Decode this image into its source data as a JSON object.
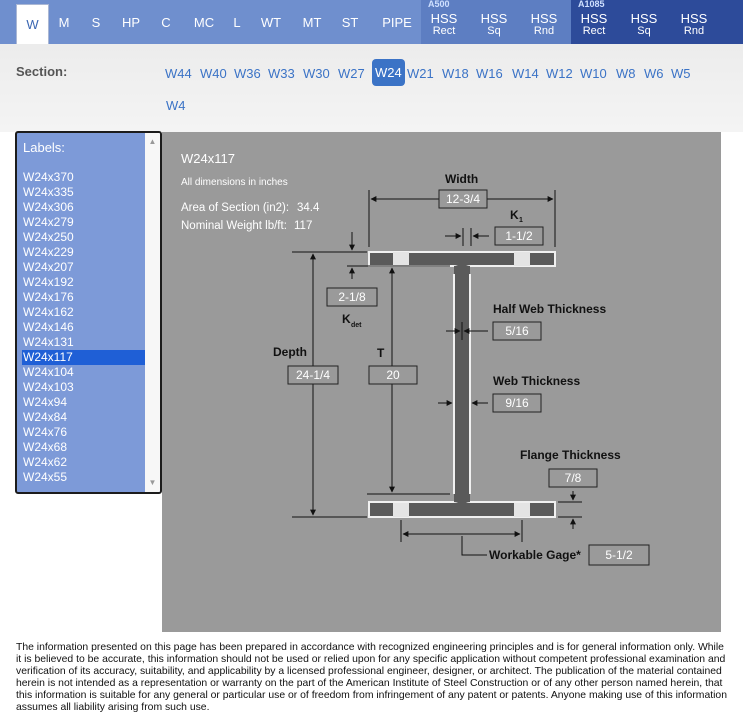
{
  "tabs": {
    "shapes": [
      {
        "label": "W",
        "active": true
      },
      {
        "label": "M"
      },
      {
        "label": "S"
      },
      {
        "label": "HP"
      },
      {
        "label": "C"
      },
      {
        "label": "MC"
      },
      {
        "label": "L"
      },
      {
        "label": "WT"
      },
      {
        "label": "MT"
      },
      {
        "label": "ST"
      },
      {
        "label": "PIPE"
      }
    ],
    "a500": {
      "group_label": "A500",
      "items": [
        {
          "l1": "HSS",
          "l2": "Rect"
        },
        {
          "l1": "HSS",
          "l2": "Sq"
        },
        {
          "l1": "HSS",
          "l2": "Rnd"
        }
      ]
    },
    "a1085": {
      "group_label": "A1085",
      "items": [
        {
          "l1": "HSS",
          "l2": "Rect"
        },
        {
          "l1": "HSS",
          "l2": "Sq"
        },
        {
          "l1": "HSS",
          "l2": "Rnd"
        }
      ]
    }
  },
  "section": {
    "label": "Section:",
    "items": [
      "W44",
      "W40",
      "W36",
      "W33",
      "W30",
      "W27",
      "W24",
      "W21",
      "W18",
      "W16",
      "W14",
      "W12",
      "W10",
      "W8",
      "W6",
      "W5",
      "W4"
    ],
    "active": "W24"
  },
  "list": {
    "label": "Labels:",
    "items": [
      "W24x370",
      "W24x335",
      "W24x306",
      "W24x279",
      "W24x250",
      "W24x229",
      "W24x207",
      "W24x192",
      "W24x176",
      "W24x162",
      "W24x146",
      "W24x131",
      "W24x117",
      "W24x104",
      "W24x103",
      "W24x94",
      "W24x84",
      "W24x76",
      "W24x68",
      "W24x62",
      "W24x55"
    ],
    "selected": "W24x117"
  },
  "diagram": {
    "title": "W24x117",
    "units_note": "All dimensions in inches",
    "area_label": "Area of Section (in2):",
    "area_value": "34.4",
    "weight_label": "Nominal Weight lb/ft:",
    "weight_value": "117",
    "width_label": "Width",
    "width_value": "12-3/4",
    "k1_label": "K",
    "k1_sub": "1",
    "k1_value": "1-1/2",
    "kdet_label": "K",
    "kdet_sub": "det",
    "kdet_value": "2-1/8",
    "half_web_label": "Half Web Thickness",
    "half_web_value": "5/16",
    "depth_label": "Depth",
    "depth_value": "24-1/4",
    "t_label": "T",
    "t_value": "20",
    "web_label": "Web Thickness",
    "web_value": "9/16",
    "flange_label": "Flange Thickness",
    "flange_value": "7/8",
    "gage_label": "Workable Gage*",
    "gage_value": "5-1/2"
  },
  "disclaimer": "The information presented on this page has been prepared in accordance with recognized engineering principles and is for general information only. While it is believed to be accurate, this information should not be used or relied upon for any specific application without competent professional examination and verification of its accuracy, suitability, and applicability by a licensed professional engineer, designer, or architect. The publication of the material contained herein is not intended as a representation or warranty on the part of the American Institute of Steel Construction or of any other person named herein, that this information is suitable for any general or particular use or of freedom from infringement of any patent or patents. Anyone making use of this information assumes all liability arising from such use.",
  "colors": {
    "tabbar": "#6f8fce",
    "a1085_group": "#2d4b9a",
    "link": "#3b73c6",
    "list_bg": "#7d9ad8",
    "list_selected": "#1f5fd6",
    "diagram_bg": "#9a9a9a",
    "beam_fill": "#555555"
  }
}
